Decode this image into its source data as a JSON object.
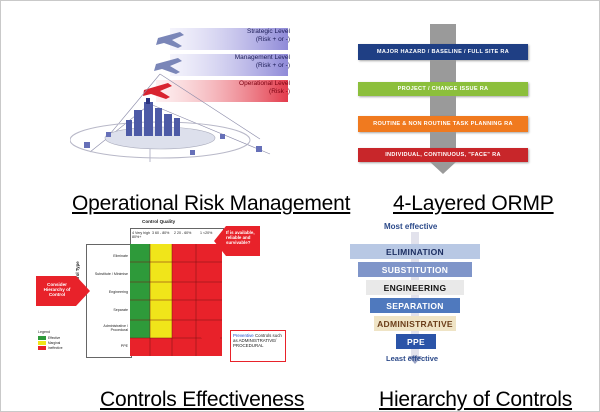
{
  "captions": {
    "orm": "Operational Risk Management",
    "ormp": "4-Layered ORMP",
    "controls": "Controls Effectiveness",
    "hierarchy": "Hierarchy of Controls"
  },
  "orm_graphic": {
    "levels": [
      {
        "title": "Strategic Level",
        "sub": "(Risk + or -)",
        "color": "#8f8ad8"
      },
      {
        "title": "Management Level",
        "sub": "(Risk + or -)",
        "color": "#8f8ad8"
      },
      {
        "title": "Operational Level",
        "sub": "(Risk -)",
        "color": "#e33b4b"
      }
    ]
  },
  "ormp": {
    "layers": [
      {
        "label": "MAJOR HAZARD / BASELINE / FULL SITE RA",
        "color": "#1f3f84"
      },
      {
        "label": "PROJECT / CHANGE ISSUE RA",
        "color": "#8cbf3c"
      },
      {
        "label": "ROUTINE & NON ROUTINE TASK PLANNING RA",
        "color": "#f07a1f"
      },
      {
        "label": "INDIVIDUAL, CONTINUOUS, \"FACE\" RA",
        "color": "#c8262a"
      }
    ]
  },
  "controls_matrix": {
    "title": "Control Quality",
    "y_axis": "Control Type",
    "callout_left": "Consider Hierarchy of Control",
    "callout_top": "If is available, reliable and survivable?",
    "callout_bottom": {
      "highlight": "Preventive",
      "rest": "Controls such as ADMINISTRATIVE/ PROCEDURAL"
    },
    "col_headers": [
      "4 Very high 80%+",
      "3 60 - 80%",
      "2 20 - 60%",
      "1 <20%"
    ],
    "rows": [
      "Eliminate",
      "Substitute / Minimise",
      "Engineering",
      "Separate",
      "Administrative / Procedural",
      "PPE"
    ],
    "legend_title": "Legend",
    "legend": [
      {
        "color": "#2e9a3a",
        "text": "Effective"
      },
      {
        "color": "#f0e51a",
        "text": "Marginal"
      },
      {
        "color": "#e8222a",
        "text": "Ineffective"
      }
    ],
    "colors": {
      "green": "#2e9a3a",
      "yellow": "#f0e51a",
      "red": "#e8222a"
    }
  },
  "hierarchy": {
    "most": "Most effective",
    "least": "Least effective",
    "levels": [
      {
        "label": "ELIMINATION",
        "bg": "#b8c8e4",
        "fg": "#1d2f63"
      },
      {
        "label": "SUBSTITUTION",
        "bg": "#7f95c9",
        "fg": "#ffffff"
      },
      {
        "label": "ENGINEERING",
        "bg": "#e9e9e9",
        "fg": "#111111"
      },
      {
        "label": "SEPARATION",
        "bg": "#4f79be",
        "fg": "#ffffff"
      },
      {
        "label": "ADMINISTRATIVE",
        "bg": "#efe4c6",
        "fg": "#6b3e1a"
      },
      {
        "label": "PPE",
        "bg": "#2b54a8",
        "fg": "#ffffff"
      }
    ]
  }
}
